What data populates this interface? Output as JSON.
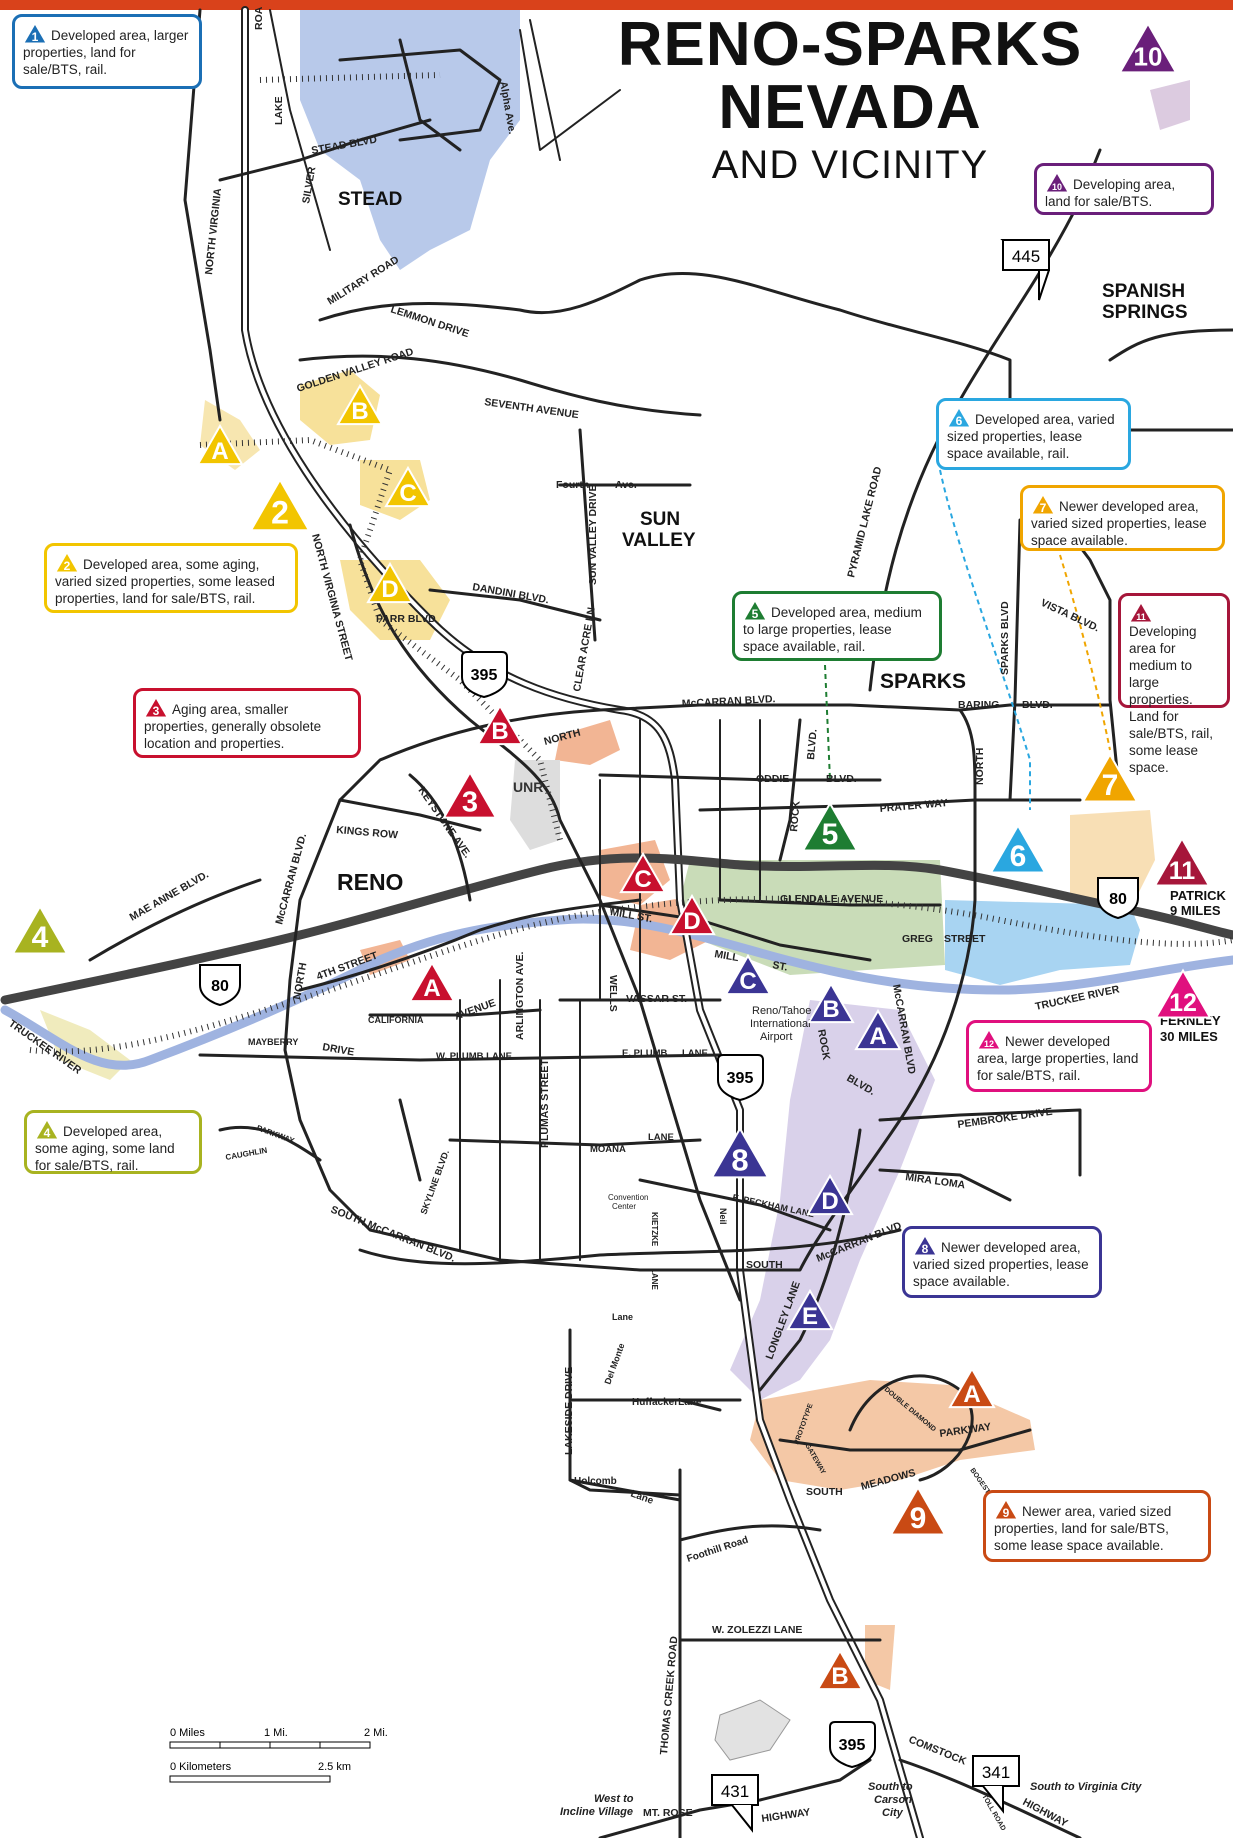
{
  "title": {
    "line1": "RENO-SPARKS",
    "line2": "NEVADA",
    "line3": "AND VICINITY"
  },
  "colors": {
    "top_bar": "#d9421b",
    "zone1": "#1b6fb5",
    "zone2": "#f2c500",
    "zone3": "#c8102e",
    "zone4": "#a8b320",
    "zone5": "#1e7d32",
    "zone6": "#2aa7e0",
    "zone7": "#f0a500",
    "zone8": "#3b3594",
    "zone9": "#c94a14",
    "zone10": "#6a1f7a",
    "zone11": "#a6163a",
    "zone12": "#e0107e",
    "river": "#9fb3e0",
    "road": "#222222"
  },
  "callouts": [
    {
      "id": "c1",
      "num": "1",
      "color": "zone1",
      "text": "Developed area, larger properties, land for sale/BTS, rail."
    },
    {
      "id": "c2",
      "num": "2",
      "color": "zone2",
      "text": "Developed area, some aging, varied sized properties, some leased properties, land for sale/BTS, rail."
    },
    {
      "id": "c3",
      "num": "3",
      "color": "zone3",
      "text": "Aging area, smaller properties, generally obsolete location and properties."
    },
    {
      "id": "c4",
      "num": "4",
      "color": "zone4",
      "text": "Developed area, some aging, some land for sale/BTS, rail."
    },
    {
      "id": "c5",
      "num": "5",
      "color": "zone5",
      "text": "Developed area, medium to large properties, lease space available, rail."
    },
    {
      "id": "c6",
      "num": "6",
      "color": "zone6",
      "text": "Developed area, varied sized properties, lease space available, rail."
    },
    {
      "id": "c7",
      "num": "7",
      "color": "zone7",
      "text": "Newer developed area, varied sized properties, lease space available."
    },
    {
      "id": "c8",
      "num": "8",
      "color": "zone8",
      "text": "Newer developed area, varied sized properties, lease space available."
    },
    {
      "id": "c9",
      "num": "9",
      "color": "zone9",
      "text": "Newer area, varied sized properties, land for sale/BTS, some lease space available."
    },
    {
      "id": "c10",
      "num": "10",
      "color": "zone10",
      "text": "Developing area, land for sale/BTS."
    },
    {
      "id": "c11",
      "num": "11",
      "color": "zone11",
      "text": "Developing area for medium to large properties. Land for sale/BTS, rail, some lease space."
    },
    {
      "id": "c12",
      "num": "12",
      "color": "zone12",
      "text": "Newer developed area, large properties, land for sale/BTS, rail."
    }
  ],
  "markers": [
    {
      "label": "10",
      "color": "zone10"
    },
    {
      "label": "A",
      "color": "zone2"
    },
    {
      "label": "B",
      "color": "zone2"
    },
    {
      "label": "C",
      "color": "zone2"
    },
    {
      "label": "D",
      "color": "zone2"
    },
    {
      "label": "2",
      "color": "zone2"
    },
    {
      "label": "B",
      "color": "zone3"
    },
    {
      "label": "3",
      "color": "zone3"
    },
    {
      "label": "C",
      "color": "zone3"
    },
    {
      "label": "D",
      "color": "zone3"
    },
    {
      "label": "A",
      "color": "zone3"
    },
    {
      "label": "4",
      "color": "zone4"
    },
    {
      "label": "5",
      "color": "zone5"
    },
    {
      "label": "6",
      "color": "zone6"
    },
    {
      "label": "7",
      "color": "zone7"
    },
    {
      "label": "11",
      "color": "zone11"
    },
    {
      "label": "12",
      "color": "zone12"
    },
    {
      "label": "C",
      "color": "zone8"
    },
    {
      "label": "B",
      "color": "zone8"
    },
    {
      "label": "A",
      "color": "zone8"
    },
    {
      "label": "8",
      "color": "zone8"
    },
    {
      "label": "D",
      "color": "zone8"
    },
    {
      "label": "E",
      "color": "zone8"
    },
    {
      "label": "A",
      "color": "zone9"
    },
    {
      "label": "9",
      "color": "zone9"
    },
    {
      "label": "B",
      "color": "zone9"
    }
  ],
  "places": {
    "stead": "STEAD",
    "spanish_springs_1": "SPANISH",
    "spanish_springs_2": "SPRINGS",
    "sun_valley_1": "SUN",
    "sun_valley_2": "VALLEY",
    "sparks": "SPARKS",
    "reno": "RENO",
    "unr": "UNR",
    "patrick_1": "PATRICK",
    "patrick_2": "9 MILES",
    "fernley_1": "FERNLEY",
    "fernley_2": "30 MILES",
    "airport_1": "Reno/Tahoe",
    "airport_2": "International",
    "airport_3": "Airport",
    "convention_1": "Convention",
    "convention_2": "Center",
    "west_incline_1": "West to",
    "west_incline_2": "Incline Village",
    "south_carson_1": "South to",
    "south_carson_2": "Carson",
    "south_carson_3": "City",
    "south_vc": "South to Virginia City"
  },
  "roads": {
    "north_virginia": "NORTH VIRGINIA",
    "lake": "LAKE",
    "silver": "SILVER",
    "stead_blvd": "STEAD BLVD",
    "military_road": "MILITARY ROAD",
    "lemmon_drive": "LEMMON DRIVE",
    "golden_valley": "GOLDEN VALLEY ROAD",
    "seventh_ave": "SEVENTH AVENUE",
    "fourth_ave": "Fourth",
    "fourth_ave2": "Ave.",
    "sun_valley_drive": "SUN VALLEY DRIVE",
    "pyramid_lake": "PYRAMID LAKE ROAD",
    "sparks_blvd": "SPARKS BLVD",
    "vista_blvd": "VISTA BLVD.",
    "dandini": "DANDINI BLVD.",
    "parr": "PARR BLVD",
    "clear_acre": "CLEAR ACRE LN",
    "north_virginia_street": "NORTH VIRGINIA STREET",
    "mccarran_n": "McCARRAN BLVD.",
    "baring": "BARING",
    "baring_blvd": "BLVD.",
    "oddie": "ODDIE",
    "oddie_blvd": "BLVD.",
    "rock_blvd": "ROCK",
    "rock_blvd2": "BLVD.",
    "prater": "PRATER WAY",
    "north": "NORTH",
    "north2": "NORTH",
    "kings_row": "KINGS ROW",
    "keystone": "KEYSTONE AVE.",
    "mae_anne": "MAE ANNE BLVD.",
    "mccarran_w": "McCARRAN BLVD.",
    "north_w": "NORTH",
    "fourth_street": "4TH STREET",
    "mill_st": "MILL ST.",
    "mill_st2": "MILL",
    "mill_st3": "ST.",
    "glendale": "GLENDALE AVENUE",
    "greg": "GREG",
    "greg2": "STREET",
    "truckee_e": "TRUCKEE RIVER",
    "truckee_w": "TRUCKEE RIVER",
    "california": "CALIFORNIA",
    "avenue": "AVENUE",
    "arlington": "ARLINGTON AVE.",
    "wells": "WELLS",
    "vassar": "VASSAR ST.",
    "mayberry": "MAYBERRY",
    "drive": "DRIVE",
    "w_plumb": "W. PLUMB LANE",
    "e_plumb": "E. PLUMB",
    "lane": "LANE",
    "plumas": "PLUMAS STREET",
    "rock_s": "ROCK",
    "rock_s2": "BLVD.",
    "mccarran_e": "McCARRAN BLVD",
    "pembroke": "PEMBROKE DRIVE",
    "caughlin": "CAUGHLIN",
    "parkway": "PARKWAY",
    "skyline": "SKYLINE BLVD.",
    "moana": "MOANA",
    "moana2": "LANE",
    "mira_loma": "MIRA LOMA",
    "e_peckham": "E. PECKHAM LANE",
    "kietzke": "KIETZKE",
    "kietzke2": "LANE",
    "neil": "Neil",
    "south_mccarran": "SOUTH McCARRAN BLVD.",
    "south2": "SOUTH",
    "mccarran_se": "McCARRAN BLVD",
    "longley": "LONGLEY LANE",
    "double_diamond": "DOUBLE DIAMOND",
    "parkway2": "PARKWAY",
    "prototype": "PROTOTYPE",
    "gateway": "GATEWAY",
    "south3": "SOUTH",
    "meadows": "MEADOWS",
    "bogestad": "BOGESTAD",
    "del_monte": "Del Monte",
    "lane2": "Lane",
    "huffaker": "HuffackerLane",
    "lakeside": "LAKESIDE DRIVE",
    "holcomb": "Holcomb",
    "lane3": "Lane",
    "foothill": "Foothill Road",
    "w_zolezzi": "W. ZOLEZZI LANE",
    "thomas_creek": "THOMAS CREEK ROAD",
    "mt_rose": "MT. ROSE",
    "highway": "HIGHWAY",
    "comstock": "COMSTOCK",
    "highway2": "HIGHWAY",
    "toll_road": "TOLL ROAD",
    "alpha_ave": "Alpha Ave.",
    "road_top": "ROA"
  },
  "shields": {
    "i80_w": "80",
    "i80_e": "80",
    "us395_n": "395",
    "us395_s": "395",
    "us395_far_s": "395",
    "nv445": "445",
    "nv431": "431",
    "nv341": "341"
  },
  "scale": {
    "miles0": "0 Miles",
    "miles1": "1 Mi.",
    "miles2": "2 Mi.",
    "km0": "0 Kilometers",
    "km25": "2.5 km"
  }
}
